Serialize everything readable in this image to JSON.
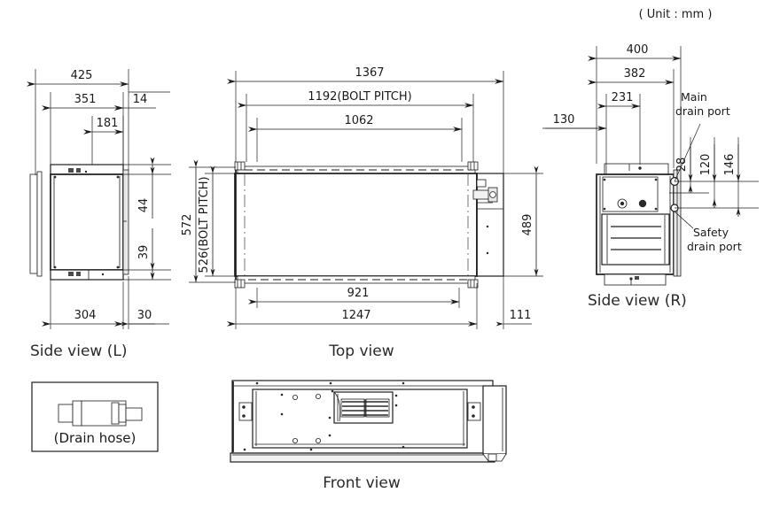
{
  "header": {
    "unit_note": "( Unit : mm )"
  },
  "views": {
    "side_left": {
      "title": "Side view (L)",
      "dims": {
        "d425": "425",
        "d351": "351",
        "d14": "14",
        "d181": "181",
        "d44": "44",
        "d39": "39",
        "d304": "304",
        "d30": "30"
      }
    },
    "top": {
      "title": "Top view",
      "dims": {
        "d1367": "1367",
        "d1192": "1192(BOLT  PITCH)",
        "d1062": "1062",
        "d572": "572",
        "d526": "526(BOLT  PITCH)",
        "d489": "489",
        "d921": "921",
        "d1247": "1247",
        "d111": "111"
      }
    },
    "side_right": {
      "title": "Side view (R)",
      "dims": {
        "d400": "400",
        "d382": "382",
        "d231": "231",
        "d130": "130",
        "d28": "28",
        "d120": "120",
        "d146": "146"
      },
      "callouts": {
        "main_drain_l1": "Main",
        "main_drain_l2": "drain port",
        "safety_drain_l1": "Safety",
        "safety_drain_l2": "drain port"
      }
    },
    "front": {
      "title": "Front view"
    },
    "drain_hose": {
      "label": "(Drain hose)"
    }
  },
  "colors": {
    "line": "#1d1d1d",
    "text": "#1a1a1a",
    "title": "#2a2a2a",
    "background": "#ffffff",
    "shade": "#f2f2f2"
  }
}
